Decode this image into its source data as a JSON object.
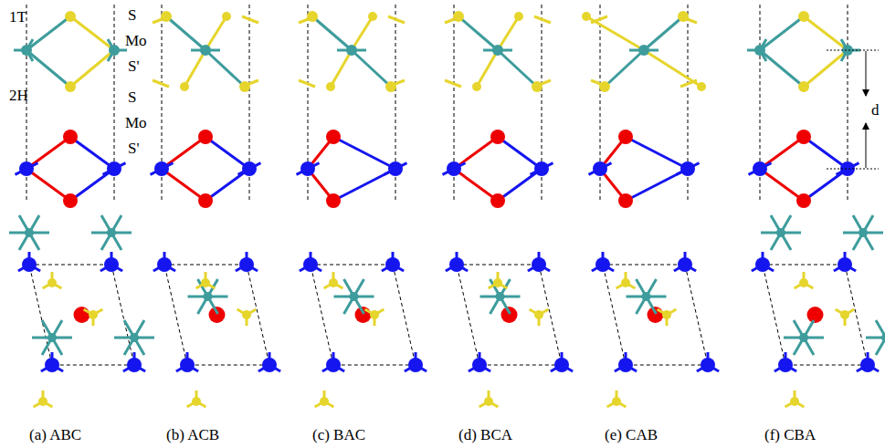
{
  "diagram": {
    "labels": [
      "1T",
      "S",
      "Mo",
      "S'",
      "2H",
      "S",
      "Mo",
      "S'",
      "d",
      "(a) ABC",
      "(b) ACB",
      "(c) BAC",
      "(d) BCA",
      "(e) CAB",
      "(f) CBA"
    ]
  }
}
